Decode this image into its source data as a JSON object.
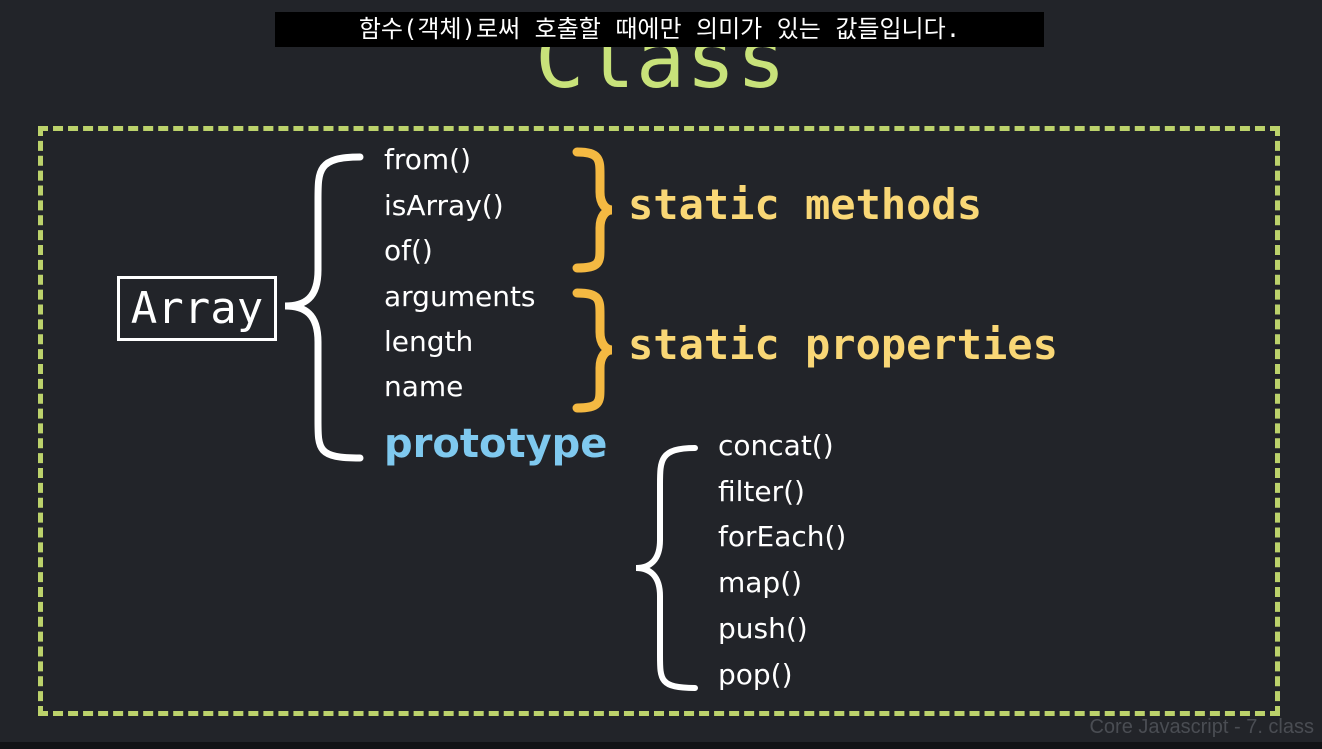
{
  "subtitle": "함수(객체)로써 호출할 때에만 의미가 있는 값들입니다.",
  "slide": {
    "title": "Class",
    "class_name": "Array",
    "static_methods": [
      "from()",
      "isArray()",
      "of()"
    ],
    "static_properties": [
      "arguments",
      "length",
      "name"
    ],
    "prototype_label": "prototype",
    "prototype_methods": [
      "concat()",
      "filter()",
      "forEach()",
      "map()",
      "push()",
      "pop()"
    ],
    "static_methods_label": "static methods",
    "static_properties_label": "static properties"
  },
  "watermark": "Core Javascript - 7. class",
  "colors": {
    "background": "#222429",
    "title": "#c8e27a",
    "frame": "#bcd26b",
    "group_label": "#f9d776",
    "group_brace": "#f4b942",
    "prototype": "#7fc9ef",
    "text": "#ffffff"
  }
}
